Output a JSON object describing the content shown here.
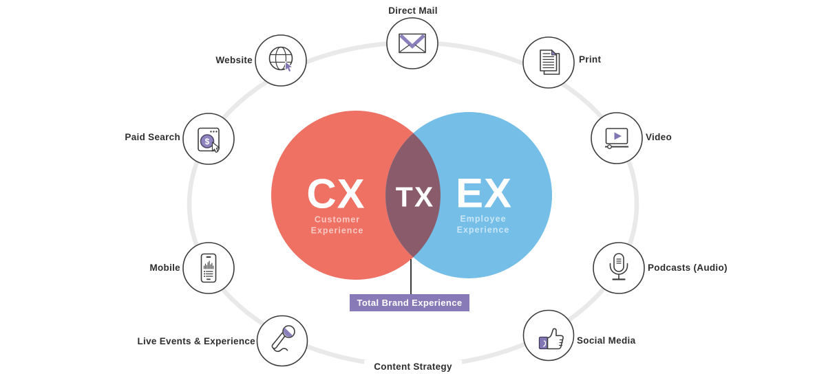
{
  "diagram": {
    "title_semantic": "Total Brand Experience venn with surrounding marketing channels",
    "venn": {
      "left_abbr": "CX",
      "left_sub_line1": "Customer",
      "left_sub_line2": "Experience",
      "center_abbr": "TX",
      "right_abbr": "EX",
      "right_sub_line1": "Employee",
      "right_sub_line2": "Experience",
      "callout_label": "Total Brand Experience"
    },
    "channels": [
      {
        "label": "Direct Mail",
        "icon": "envelope-icon"
      },
      {
        "label": "Print",
        "icon": "document-stack-icon"
      },
      {
        "label": "Video",
        "icon": "video-player-icon"
      },
      {
        "label": "Podcasts (Audio)",
        "icon": "studio-microphone-icon"
      },
      {
        "label": "Social Media",
        "icon": "thumbs-up-icon"
      },
      {
        "label": "Content Strategy",
        "icon": "none"
      },
      {
        "label": "Live Events & Experience",
        "icon": "handheld-microphone-icon"
      },
      {
        "label": "Mobile",
        "icon": "smartphone-icon"
      },
      {
        "label": "Paid Search",
        "icon": "browser-dollar-icon"
      },
      {
        "label": "Website",
        "icon": "globe-cursor-icon"
      }
    ],
    "icon_glyphs": {
      "dollar": "$"
    },
    "colors": {
      "cx_circle": "#ee7164",
      "ex_circle": "#74bee8",
      "tx_overlap": "#8a5c6b",
      "callout_bg": "#887ab7",
      "icon_accent": "#8b7fbc",
      "icon_stroke": "#3b3b3b",
      "ring": "#e9e9e9",
      "label_text": "#2d2d2d",
      "background": "#ffffff"
    }
  }
}
